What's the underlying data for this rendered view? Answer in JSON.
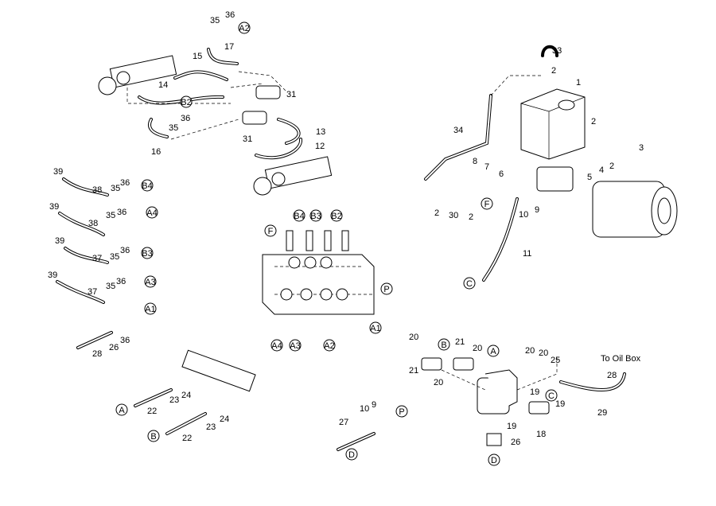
{
  "callouts": [
    "35",
    "36",
    "17",
    "15",
    "14",
    "36",
    "35",
    "16",
    "31",
    "31",
    "13",
    "12",
    "33",
    "2",
    "1",
    "2",
    "3",
    "34",
    "8",
    "7",
    "6",
    "5",
    "4",
    "2",
    "2",
    "30",
    "2",
    "10",
    "9",
    "11",
    "39",
    "38",
    "35",
    "36",
    "39",
    "38",
    "35",
    "36",
    "39",
    "37",
    "35",
    "36",
    "39",
    "37",
    "35",
    "36",
    "28",
    "26",
    "36",
    "22",
    "23",
    "24",
    "22",
    "23",
    "24",
    "27",
    "10",
    "9",
    "20",
    "21",
    "21",
    "20",
    "20",
    "20",
    "20",
    "25",
    "28",
    "19",
    "19",
    "18",
    "19",
    "26",
    "28",
    "29"
  ],
  "ports": [
    "A2",
    "B2",
    "F",
    "C",
    "B4",
    "A4",
    "B3",
    "A3",
    "A1",
    "F",
    "B4",
    "B3",
    "B2",
    "P",
    "A4",
    "A3",
    "A2",
    "A1",
    "A",
    "B",
    "P",
    "D",
    "B",
    "A",
    "C",
    "D"
  ],
  "note": "To Oil Box"
}
